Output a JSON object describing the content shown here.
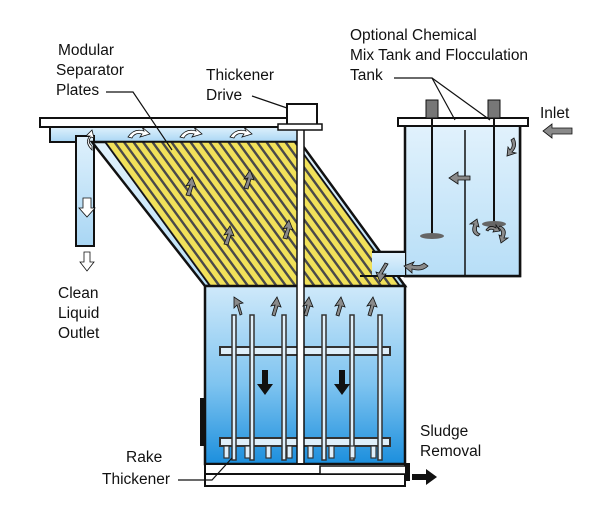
{
  "labels": {
    "plates": [
      "Modular",
      "Separator",
      "Plates"
    ],
    "drive": [
      "Thickener",
      "Drive"
    ],
    "mix_tank": [
      "Optional Chemical",
      "Mix Tank and Flocculation",
      "Tank"
    ],
    "inlet": "Inlet",
    "clean_outlet": [
      "Clean",
      "Liquid",
      "Outlet"
    ],
    "rake": [
      "Rake",
      "Thickener"
    ],
    "sludge": [
      "Sludge",
      "Removal"
    ]
  },
  "colors": {
    "water_light": "#d8eefb",
    "water_deep": "#1c8fdd",
    "plate_yellow": "#f1e15a",
    "plate_stripe": "#4a4a4a",
    "outline": "#111111",
    "arrow_gray": "#8a8a8a",
    "rake_frame": "#444444"
  },
  "icons": [
    "flow-arrow-icon",
    "curved-flow-arrow-icon",
    "down-arrow-icon",
    "sludge-out-arrow-icon",
    "inlet-arrow-icon"
  ]
}
